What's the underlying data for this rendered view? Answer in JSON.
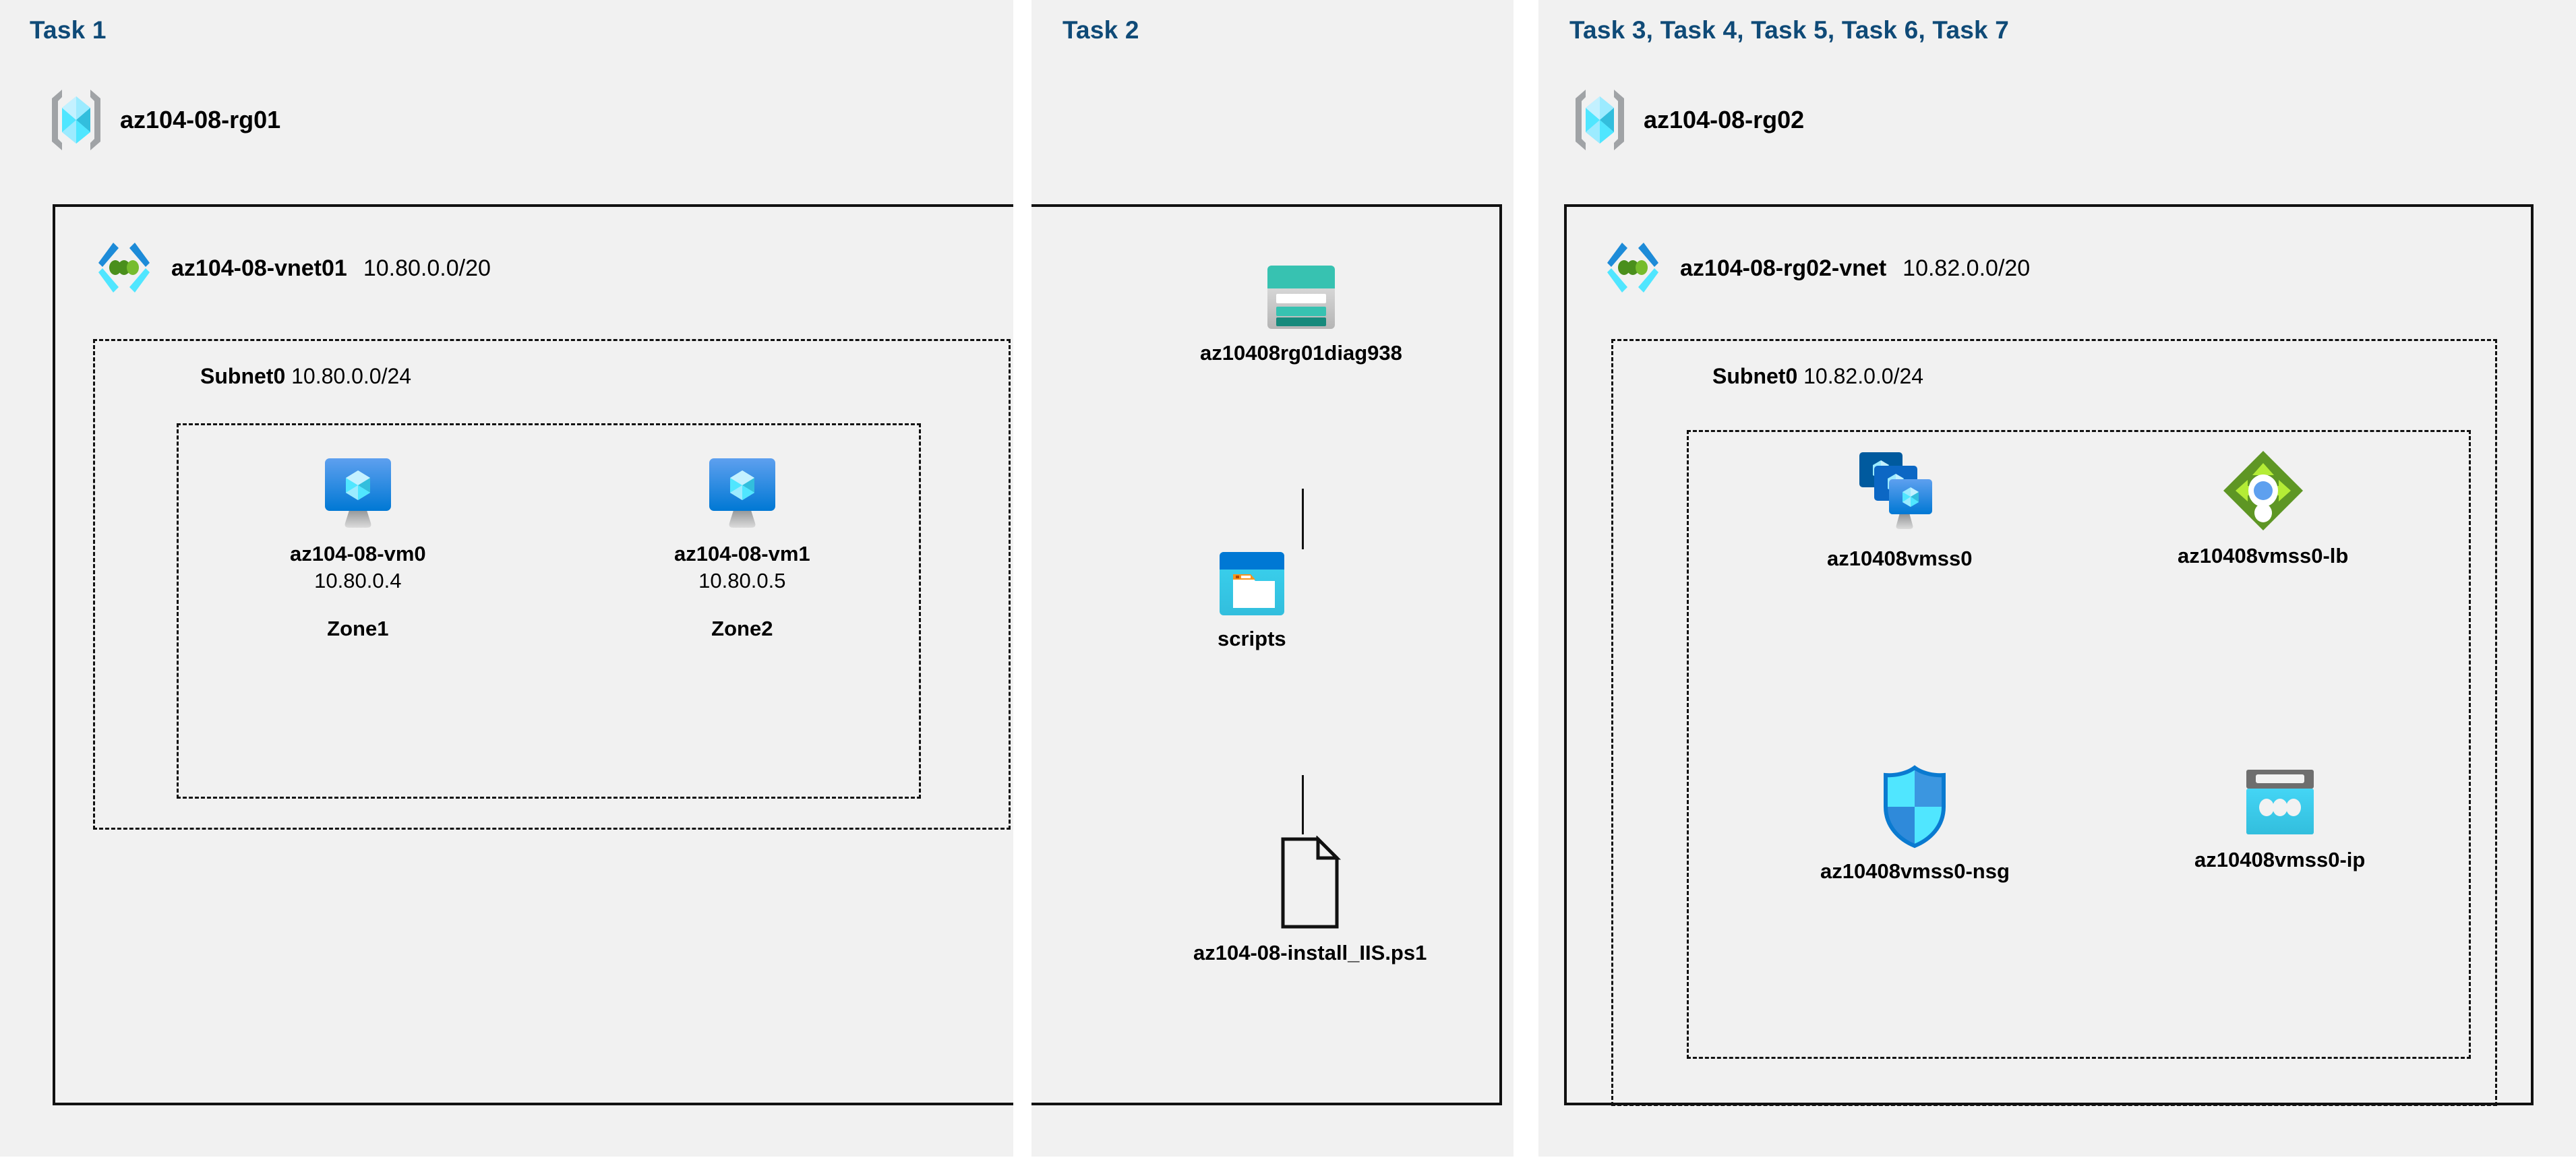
{
  "theme": {
    "panel_bg": "#f1f1f1",
    "page_bg": "#ffffff",
    "task_label_color": "#0f4a77",
    "border_color": "#111111",
    "accent_blue": "#0078d4",
    "accent_cyan": "#50e6ff",
    "accent_green": "#7fba00",
    "accent_teal": "#37c2b1"
  },
  "panels": {
    "task1": {
      "label": "Task 1"
    },
    "task2": {
      "label": "Task 2"
    },
    "task3": {
      "label": "Task 3, Task 4, Task 5, Task 6, Task 7"
    }
  },
  "resource_groups": [
    {
      "icon": "resource-group-icon",
      "name": "az104-08-rg01"
    },
    {
      "icon": "resource-group-icon",
      "name": "az104-08-rg02"
    }
  ],
  "vnets": [
    {
      "icon": "virtual-network-icon",
      "name": "az104-08-vnet01",
      "cidr": "10.80.0.0/20"
    },
    {
      "icon": "virtual-network-icon",
      "name": "az104-08-rg02-vnet",
      "cidr": "10.82.0.0/20"
    }
  ],
  "subnets": [
    {
      "name": "Subnet0",
      "cidr": "10.80.0.0/24"
    },
    {
      "name": "Subnet0",
      "cidr": "10.82.0.0/24"
    }
  ],
  "virtual_machines": [
    {
      "icon": "virtual-machine-icon",
      "name": "az104-08-vm0",
      "ip": "10.80.0.4",
      "zone": "Zone1"
    },
    {
      "icon": "virtual-machine-icon",
      "name": "az104-08-vm1",
      "ip": "10.80.0.5",
      "zone": "Zone2"
    }
  ],
  "storage": {
    "account": {
      "icon": "storage-account-icon",
      "name": "az10408rg01diag938"
    },
    "container": {
      "icon": "blob-container-icon",
      "name": "scripts"
    },
    "file": {
      "icon": "script-file-icon",
      "name": "az104-08-install_IIS.ps1"
    }
  },
  "scale_set_resources": [
    {
      "icon": "vm-scale-set-icon",
      "name": "az10408vmss0"
    },
    {
      "icon": "load-balancer-icon",
      "name": "az10408vmss0-lb"
    },
    {
      "icon": "network-security-group-icon",
      "name": "az10408vmss0-nsg"
    },
    {
      "icon": "public-ip-address-icon",
      "name": "az10408vmss0-ip"
    }
  ]
}
